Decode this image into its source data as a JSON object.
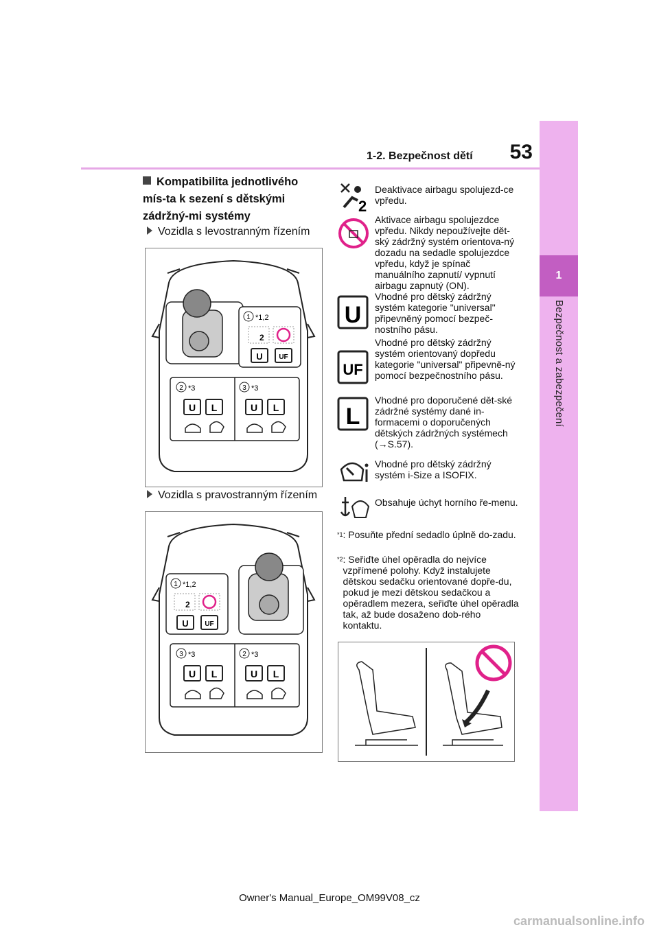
{
  "header": {
    "page_number": "53",
    "section": "1-2. Bezpečnost dětí",
    "chapter_number": "1",
    "chapter_title": "Bezpečnost a zabezpečení"
  },
  "main": {
    "heading": "Kompatibilita jednotlivého mís-ta k sezení s dětskými zádržný-mi systémy",
    "lhd_label": "Vozidla s levostranným řízením",
    "rhd_label": "Vozidla s pravostranným řízením",
    "seat_num": [
      "1",
      "2",
      "3"
    ],
    "marks": {
      "fn12": "*1,2",
      "fn3": "*3"
    },
    "badges": {
      "u": "U",
      "l": "L",
      "uf": "UF",
      "two": "2"
    }
  },
  "legend": [
    {
      "icon": "airbag-off-icon",
      "text": "Deaktivace airbagu spolujezd-ce vpředu."
    },
    {
      "icon": "airbag-on-prohibited-icon",
      "text": "Aktivace airbagu spolujezdce vpředu. Nikdy nepoužívejte dět-ský zádržný systém orientova-ný dozadu na sedadle spolujezdce vpředu, když je spínač manuálního zapnutí/ vypnutí airbagu zapnutý (ON)."
    },
    {
      "icon": "u-badge-icon",
      "text": "Vhodné pro dětský zádržný systém kategorie \"universal\" připevněný pomocí bezpeč-nostního pásu."
    },
    {
      "icon": "uf-badge-icon",
      "text": "Vhodné pro dětský zádržný systém orientovaný dopředu kategorie \"universal\" připevně-ný pomocí bezpečnostního pásu."
    },
    {
      "icon": "l-badge-icon",
      "text": "Vhodné pro doporučené dět-ské zádržné systémy dané in-formacemi o doporučených dětských zádržných systémech (→S.57)."
    },
    {
      "icon": "isize-isofix-icon",
      "text": "Vhodné pro dětský zádržný systém i-Size a ISOFIX."
    },
    {
      "icon": "top-tether-icon",
      "text": "Obsahuje úchyt horního ře-menu."
    }
  ],
  "footnotes": [
    {
      "mark": "*1",
      "text": ": Posuňte přední sedadlo úplně do-zadu."
    },
    {
      "mark": "*2",
      "text": ": Seřiďte úhel opěradla do nejvíce vzpřímené polohy. Když instalujete dětskou sedačku orientované dopře-du, pokud je mezi dětskou sedačkou a opěradlem mezera, seřiďte úhel opěradla tak, až bude dosaženo dob-rého kontaktu."
    }
  ],
  "footer": {
    "text": "Owner's Manual_Europe_OM99V08_cz"
  },
  "watermark": {
    "text": "carmanualsonline.info"
  }
}
